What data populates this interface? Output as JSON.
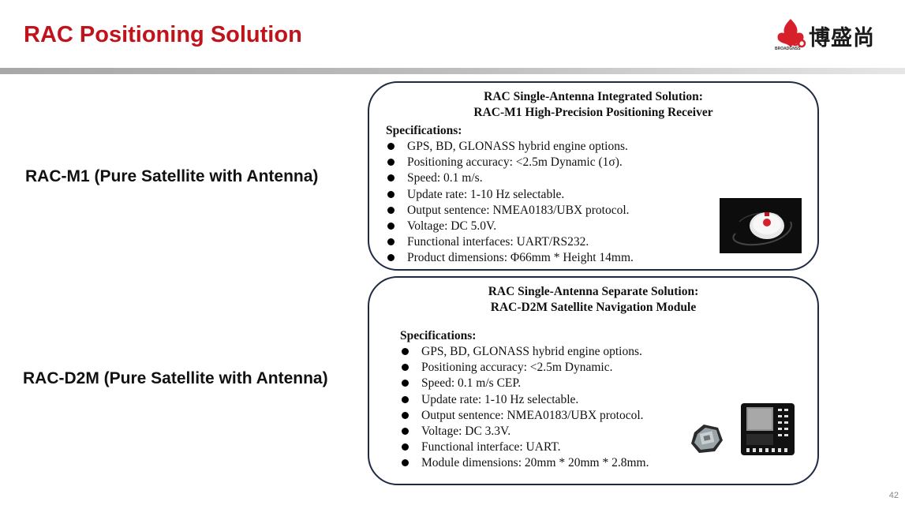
{
  "header": {
    "title": "RAC Positioning Solution",
    "logo": {
      "text": "博盛尚",
      "subtext": "BROADGNSS"
    }
  },
  "rows": [
    {
      "label": "RAC-M1 (Pure Satellite with Antenna)"
    },
    {
      "label": "RAC-D2M (Pure Satellite with Antenna)"
    }
  ],
  "cards": [
    {
      "heading_line1": "RAC Single-Antenna Integrated Solution:",
      "heading_line2": "RAC-M1 High-Precision Positioning Receiver",
      "specs_title": "Specifications:",
      "specs": [
        "GPS, BD, GLONASS hybrid engine options.",
        "Positioning accuracy: <2.5m Dynamic (1σ).",
        "Speed: 0.1 m/s.",
        "Update rate: 1-10 Hz selectable.",
        "Output sentence: NMEA0183/UBX protocol.",
        "Voltage: DC 5.0V.",
        "Functional interfaces: UART/RS232.",
        "Product dimensions: Φ66mm * Height 14mm."
      ]
    },
    {
      "heading_line1": "RAC Single-Antenna Separate Solution:",
      "heading_line2": "RAC-D2M Satellite Navigation Module",
      "specs_title": "Specifications:",
      "specs": [
        "GPS, BD, GLONASS hybrid engine options.",
        "Positioning accuracy: <2.5m Dynamic.",
        "Speed: 0.1 m/s CEP.",
        "Update rate: 1-10 Hz selectable.",
        "Output sentence: NMEA0183/UBX protocol.",
        "Voltage: DC 3.3V.",
        "Functional interface: UART.",
        "Module dimensions: 20mm * 20mm * 2.8mm."
      ]
    }
  ],
  "footer": {
    "page_number": "42"
  },
  "colors": {
    "title": "#c0141c",
    "card_border": "#1f2a44",
    "logo_red": "#d6202a"
  }
}
